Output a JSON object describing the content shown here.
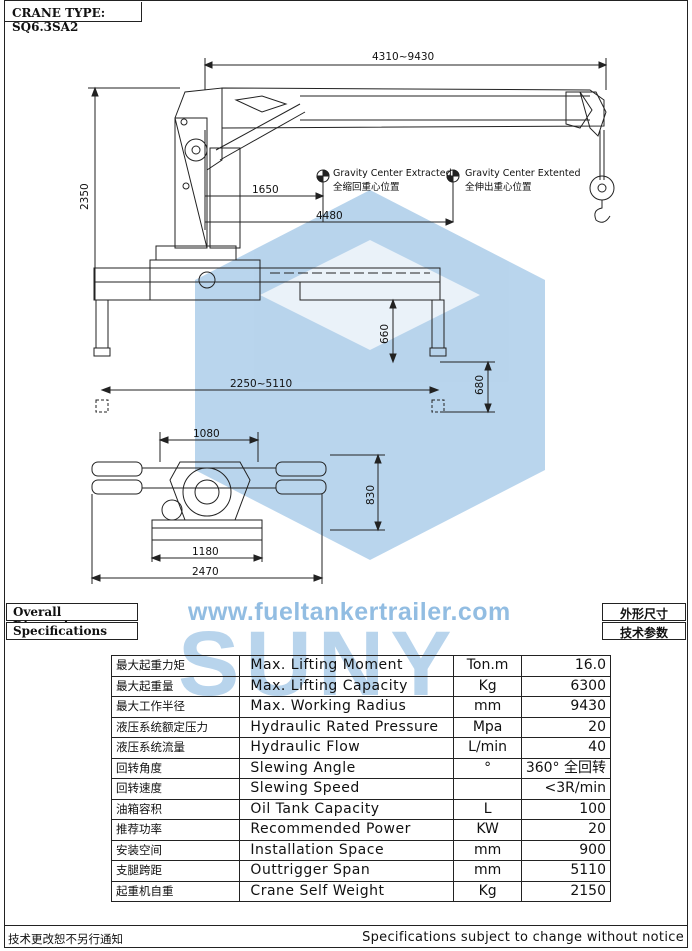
{
  "title": "CRANE TYPE: SQ6.3SA2",
  "drawing": {
    "dim_boom": "4310~9430",
    "dim_height": "2350",
    "dim_1650": "1650",
    "dim_4480": "4480",
    "dim_660": "660",
    "dim_680": "680",
    "dim_span": "2250~5110",
    "dim_1080": "1080",
    "dim_830": "830",
    "dim_1180": "1180",
    "dim_2470": "2470",
    "gc_retracted_en": "Gravity Center Extracted",
    "gc_retracted_cn": "全缩回重心位置",
    "gc_extended_en": "Gravity Center Extented",
    "gc_extended_cn": "全伸出重心位置"
  },
  "labels": {
    "overall_dimensions": "Overall Dimensions",
    "specifications": "Specifications",
    "overall_dimensions_cn": "外形尺寸",
    "specifications_cn": "技术参数"
  },
  "watermark": {
    "url": "www.fueltankertrailer.com",
    "brand": "SUNY"
  },
  "specs": [
    {
      "cn": "最大起重力矩",
      "en": "Max. Lifting Moment",
      "unit": "Ton.m",
      "value": "16.0"
    },
    {
      "cn": "最大起重量",
      "en": "Max. Lifting Capacity",
      "unit": "Kg",
      "value": "6300"
    },
    {
      "cn": "最大工作半径",
      "en": "Max. Working Radius",
      "unit": "mm",
      "value": "9430"
    },
    {
      "cn": "液压系统额定压力",
      "en": "Hydraulic Rated Pressure",
      "unit": "Mpa",
      "value": "20"
    },
    {
      "cn": "液压系统流量",
      "en": "Hydraulic Flow",
      "unit": "L/min",
      "value": "40"
    },
    {
      "cn": "回转角度",
      "en": "Slewing Angle",
      "unit": "°",
      "value": "360° 全回转"
    },
    {
      "cn": "回转速度",
      "en": "Slewing Speed",
      "unit": "",
      "value": "<3R/min"
    },
    {
      "cn": "油箱容积",
      "en": "Oil Tank Capacity",
      "unit": "L",
      "value": "100"
    },
    {
      "cn": "推荐功率",
      "en": "Recommended Power",
      "unit": "KW",
      "value": "20"
    },
    {
      "cn": "安装空间",
      "en": "Installation Space",
      "unit": "mm",
      "value": "900"
    },
    {
      "cn": "支腿跨距",
      "en": "Outtrigger Span",
      "unit": "mm",
      "value": "5110"
    },
    {
      "cn": "起重机自重",
      "en": "Crane Self Weight",
      "unit": "Kg",
      "value": "2150"
    }
  ],
  "footer": {
    "cn": "技术更改恕不另行通知",
    "en": "Specifications subject to change without notice"
  }
}
